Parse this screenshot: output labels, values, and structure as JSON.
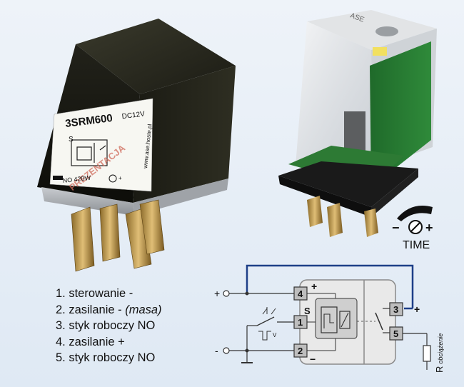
{
  "relay_label": {
    "model": "3SRM600",
    "voltage": "DC12V",
    "website": "www.ase.hoste.pl",
    "load": "NO 420W",
    "time_symbol": "+",
    "terminal_s": "S",
    "watermark": "PREZENTACJA"
  },
  "open_relay_marking": "ASE",
  "time_control": {
    "minus": "−",
    "plus": "+",
    "label": "TIME"
  },
  "legend": [
    {
      "text": "1. sterowanie -",
      "italic": ""
    },
    {
      "text": "2. zasilanie - ",
      "italic": "(masa)"
    },
    {
      "text": "3. styk roboczy NO",
      "italic": ""
    },
    {
      "text": "4. zasilanie +",
      "italic": ""
    },
    {
      "text": "5. styk roboczy NO",
      "italic": ""
    }
  ],
  "diagram": {
    "plus_in": "+",
    "minus_in": "-",
    "pin4": "4",
    "pin1": "1",
    "pin2": "2",
    "pin3": "3",
    "pin5": "5",
    "s_label": "S",
    "plus_inner": "+",
    "minus_inner": "−",
    "plus_out": "+",
    "v_label": "V",
    "load_label": "R",
    "load_sub": "obciążenie"
  }
}
